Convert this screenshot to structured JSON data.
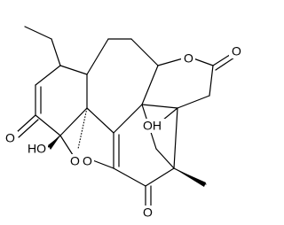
{
  "molecule": {
    "atom_labels": {
      "ring_oxygen": "O",
      "lactone_carbonyl_oxygen": "O",
      "left_ketone_oxygen": "O",
      "hydroxyl_left": "O",
      "hydroxyl_left_h": "H",
      "bridge_oxygen": "O",
      "bridge_oxygen_alt": "O",
      "hydroxyl_right": "O",
      "hydroxyl_right_h": "H",
      "bottom_ketone_oxygen": "O"
    },
    "ring_oxygen_text": "O",
    "lactone_o_text": "O",
    "left_ketone_text": "O",
    "ho_text": "HO",
    "bridge_o1_text": "O",
    "bridge_o2_text": "O",
    "oh_text": "OH",
    "bottom_o_text": "O"
  }
}
